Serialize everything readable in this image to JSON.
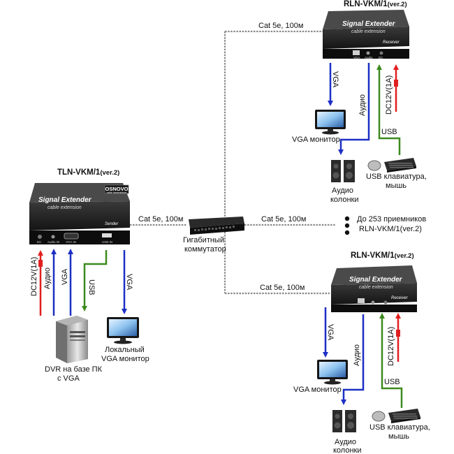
{
  "transmitter": {
    "model": "TLN-VKM/1",
    "version": "(ver.2)",
    "logo": "OSNOVO",
    "logo_sub": "cable transmission",
    "title": "Signal Extender",
    "subtitle": "cable extension",
    "side_label": "Sender",
    "ports": [
      "DC",
      "Audio IN",
      "VGA IN",
      "USB IN"
    ]
  },
  "receiver": {
    "model": "RLN-VKM/1",
    "version": "(ver.2)",
    "title": "Signal Extender",
    "subtitle": "cable extension",
    "side_label": "Receiver",
    "ports": [
      "DC",
      "Audio",
      "VGA"
    ]
  },
  "switch": {
    "label_line1": "Гигабитный",
    "label_line2": "коммутатор"
  },
  "cable_label": "Cat 5e, 100м",
  "extra_receivers": {
    "line1": "До 253 приемников",
    "line2": "RLN-VKM/1(ver.2)"
  },
  "signals": {
    "vga": "VGA",
    "audio": "Аудио",
    "usb": "USB",
    "power": "DC12V(1A)"
  },
  "devices": {
    "dvr_line1": "DVR на базе ПК",
    "dvr_line2": "с VGA",
    "local_monitor_line1": "Локальный",
    "local_monitor_line2": "VGA монитор",
    "vga_monitor": "VGA монитор",
    "speakers_line1": "Аудио",
    "speakers_line2": "колонки",
    "keyboard_line1": "USB клавиатура,",
    "keyboard_line2": "мышь"
  },
  "colors": {
    "vga_arrow": "#1c2fc4",
    "audio_arrow": "#1c2fc4",
    "usb_arrow": "#3c8a1e",
    "power_arrow": "#e01f1f",
    "device_body": "#1f1f1f",
    "cable": "#8a8a8a"
  }
}
